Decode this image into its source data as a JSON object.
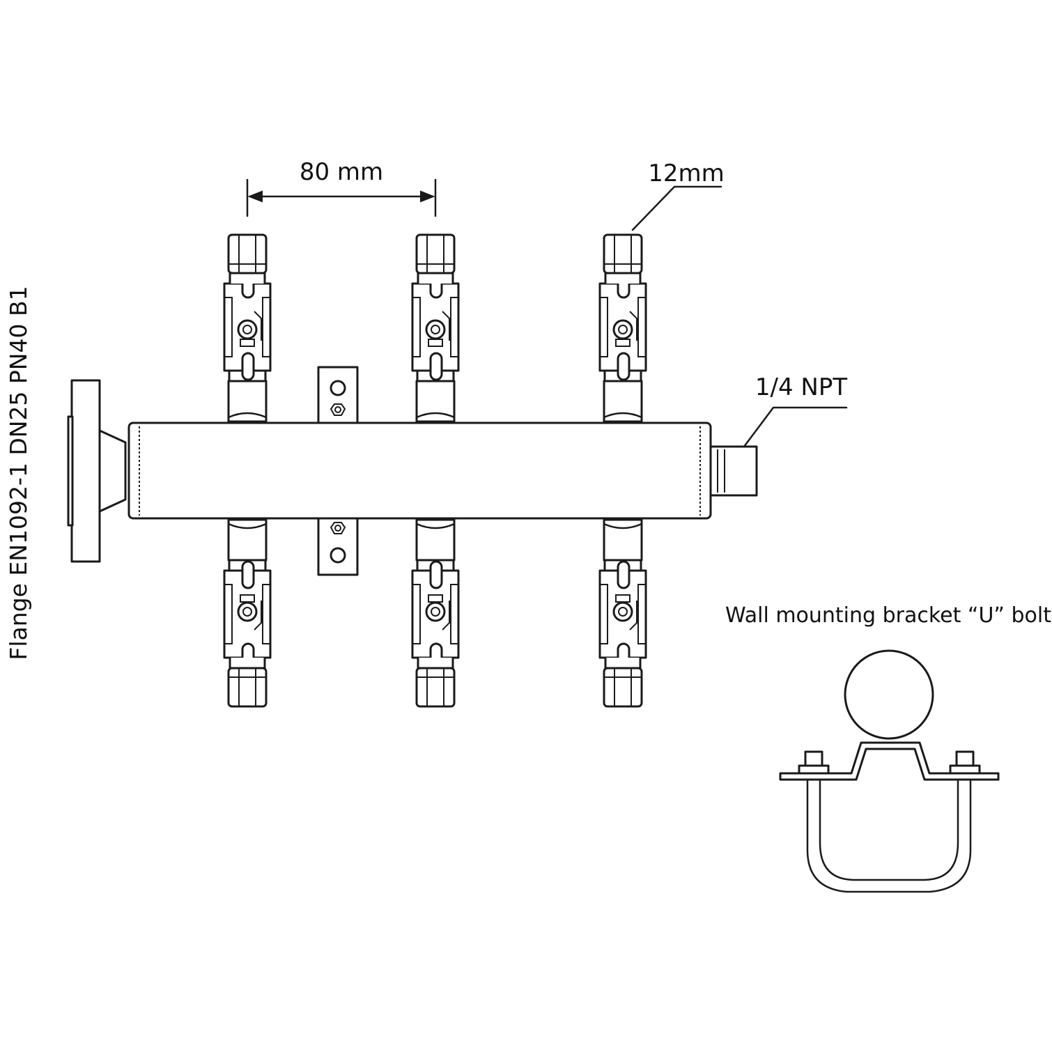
{
  "labels": {
    "spacing": "80 mm",
    "tube_od": "12mm",
    "outlet_thread": "1/4 NPT",
    "flange": "Flange EN1092-1 DN25 PN40 B1",
    "bracket": "Wall mounting bracket “U” bolt"
  },
  "manifold": {
    "valves_top": 3,
    "valves_bottom": 3
  }
}
